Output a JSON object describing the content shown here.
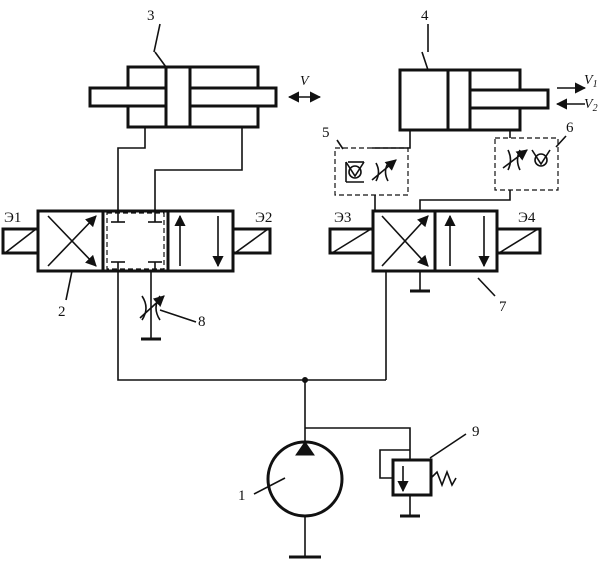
{
  "labels": {
    "cylinder_3": "3",
    "cylinder_4": "4",
    "throttle_check_5": "5",
    "throttle_check_6": "6",
    "valve_2": "2",
    "valve_7": "7",
    "throttle_8": "8",
    "pump_1": "1",
    "relief_valve_9": "9",
    "solenoid_e1": "Э1",
    "solenoid_e2": "Э2",
    "solenoid_e3": "Э3",
    "solenoid_e4": "Э4",
    "velocity_v": "V",
    "velocity_v1_base": "V",
    "velocity_v1_sub": "1",
    "velocity_v2_base": "V",
    "velocity_v2_sub": "2"
  }
}
